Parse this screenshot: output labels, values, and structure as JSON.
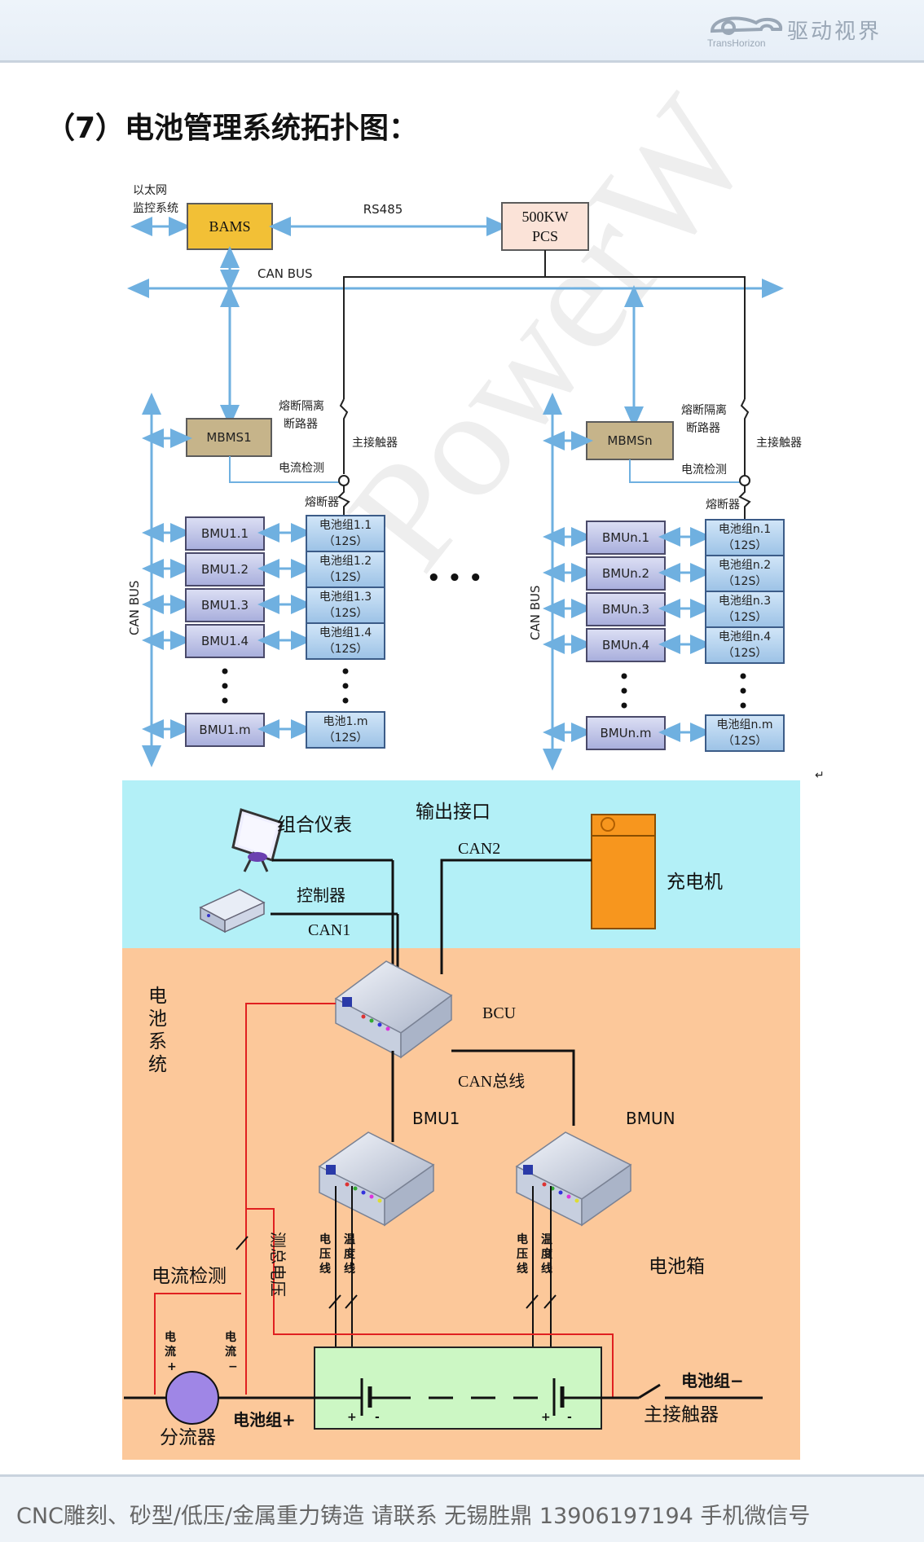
{
  "header": {
    "logo_text": "驱动视界",
    "logo_sub": "TransHorizon"
  },
  "heading": "（7）电池管理系统拓扑图：",
  "topology": {
    "ethernet_label": "以太网",
    "monitor_label": "监控系统",
    "bams": "BAMS",
    "rs485": "RS485",
    "pcs_line1": "500KW",
    "pcs_line2": "PCS",
    "can_bus": "CAN  BUS",
    "can_bus_vertical": "CAN  BUS",
    "fuse_isolator_line1": "熔断隔离",
    "fuse_isolator_line2": "断路器",
    "main_contactor": "主接触器",
    "current_detect": "电流检测",
    "fuse": "熔断器",
    "mbms1": "MBMS1",
    "mbmsn": "MBMSn",
    "cell_unit": "（12S）",
    "bmu_left": [
      "BMU1.1",
      "BMU1.2",
      "BMU1.3",
      "BMU1.4",
      "BMU1.m"
    ],
    "pack_left": [
      "电池组1.1",
      "电池组1.2",
      "电池组1.3",
      "电池组1.4",
      "电池1.m"
    ],
    "bmu_right": [
      "BMUn.1",
      "BMUn.2",
      "BMUn.3",
      "BMUn.4",
      "BMUn.m"
    ],
    "pack_right": [
      "电池组n.1",
      "电池组n.2",
      "电池组n.3",
      "电池组n.4",
      "电池组n.m"
    ],
    "ellipsis": "• • •",
    "return_mark": "↵"
  },
  "system": {
    "output_interface": "输出接口",
    "instrument": "组合仪表",
    "can2": "CAN2",
    "controller": "控制器",
    "can1": "CAN1",
    "charger": "充电机",
    "battery_system": "电池系统",
    "bcu": "BCU",
    "can_total_bus": "CAN总线",
    "bmu1": "BMU1",
    "bmun": "BMUN",
    "voltage_line": "电压线",
    "temp_line": "温度线",
    "total_voltage_detect": "测总电压",
    "current_detect": "电流检测",
    "battery_box": "电池箱",
    "current_plus_line1": "电",
    "current_plus_line2": "流",
    "current_plus_line3": "+",
    "current_minus_line3": "−",
    "shunt": "分流器",
    "pack_plus": "电池组+",
    "pack_minus": "电池组−",
    "main_contactor": "主接触器",
    "cell_plus": "+",
    "cell_minus": "-",
    "colors": {
      "top_band": "#b3f0f7",
      "bottom_band": "#fcc89a",
      "battery": "#ccf7c4",
      "charger": "#f7961e"
    }
  },
  "footer": {
    "text": "CNC雕刻、砂型/低压/金属重力铸造 请联系 无锡胜鼎 13906197194 手机微信号"
  }
}
